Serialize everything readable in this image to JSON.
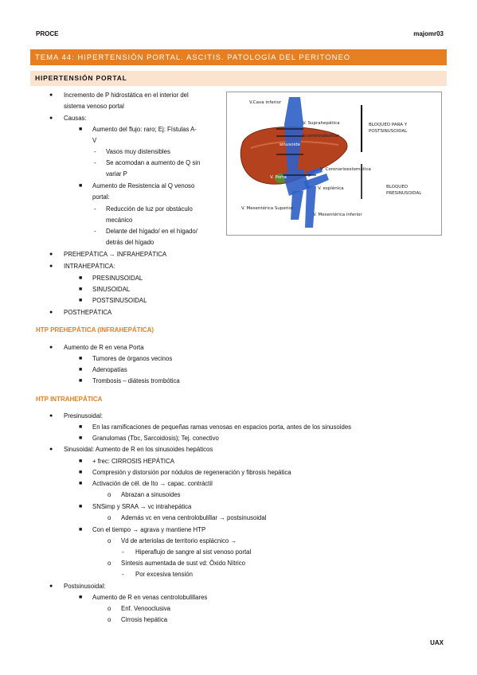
{
  "header": {
    "left": "PROCE",
    "right": "majomr03"
  },
  "topic": "TEMA 44: HIPERTENSIÓN PORTAL. ASCITIS. PATOLOGÍA DEL PERITONEO",
  "section": "HIPERTENSIÓN PORTAL",
  "intro": {
    "inc_1": "Incremento de P hidrostática en el interior del",
    "inc_2": "sistema venoso portal",
    "causas": "Causas:",
    "flujo_1": "Aumento del flujo: raro; Ej: Fístulas A-",
    "flujo_2": "V",
    "vasos": "Vasos muy distensibles",
    "acomodan_1": "Se acomodan a aumento de Q sin",
    "acomodan_2": "variar P",
    "resist_1": "Aumento de Resistencia al Q venoso",
    "resist_2": "portal:",
    "reduccion_1": "Reducción de luz por obstáculo",
    "reduccion_2": "mecánico",
    "delante_1": "Delante del hígado/ en el hígado/",
    "delante_2": "detrás del hígado",
    "prehepatica": "PREHEPÁTICA → INFRAHEPÁTICA",
    "intrahepatica": "INTRAHEPÁTICA:",
    "presinusoidal": "PRESINUSOIDAL",
    "sinusoidal": "SINUSOIDAL",
    "postsinusoidal": "POSTSINUSOIDAL",
    "posthepatica": "POSTHEPÁTICA"
  },
  "figure": {
    "cava": "V.Cava inferior",
    "suprahepatica": "V. Suprahepática",
    "centrolobulillar": "V.centrolobulillar",
    "sinusoide": "sinusoide",
    "coronario": "V. Coronarioestomática",
    "porta": "V. Porta",
    "esplenica": "V. esplénica",
    "mesent_sup": "V. Mesentérica Superior",
    "mesent_inf": "V. Mesentérica inferior",
    "bloqueo_post_1": "BLOQUEO PARA Y",
    "bloqueo_post_2": "POSTSINUSOIDAL",
    "bloqueo_pre_1": "BLOQUEO",
    "bloqueo_pre_2": "PRESINUSOIDAL"
  },
  "pre": {
    "title": "HTP PREHEPÁTICA (INFRAHEPÁTICA)",
    "aumento": "Aumento de R en vena Porta",
    "tumores": "Tumores de órganos vecinos",
    "adenopatias": "Adenopatías",
    "trombosis": "Trombosis – diátesis trombótica"
  },
  "intra": {
    "title": "HTP INTRAHEPÁTICA",
    "presin": "Presinusoidal:",
    "ramificaciones": "En las ramificaciones de pequeñas ramas venosas en espacios porta, antes de los sinusoides",
    "granulomas": "Granulomas (Tbc, Sarcoidosis); Tej. conectivo",
    "sinus": "Sinusoidal: Aumento de R en los sinusoides hepáticos",
    "cirrosis": "+ frec: CIRROSIS HEPÁTICA",
    "compresion": "Compresión y distorsión por nódulos de regeneración y fibrosis hepática",
    "ito": "Activación de cél. de Ito → capac. contráctil",
    "abrazan": "Abrazan a sinusoides",
    "snsimp": "SNSimp y SRAA → vc intrahepática",
    "ademas": "Además vc en vena centrolobulillar → postsinusoidal",
    "tiempo": "Con el tiempo → agrava y mantiene HTP",
    "vd": "Vd de arteriolas de territorio esplácnico →",
    "hiperflujo": "Hiperaflujo de sangre al sist venoso portal",
    "sintesis": "Síntesis aumentada de sust vd: Óxido Nítrico",
    "tension": "Por excesiva tensión",
    "postsin": "Postsinusoidal:",
    "centrolob": "Aumento de R en venas centrolobulillares",
    "enf": "Enf. Venooclusiva",
    "cirr": "Cirrosis hepática"
  },
  "footer": "UAX"
}
